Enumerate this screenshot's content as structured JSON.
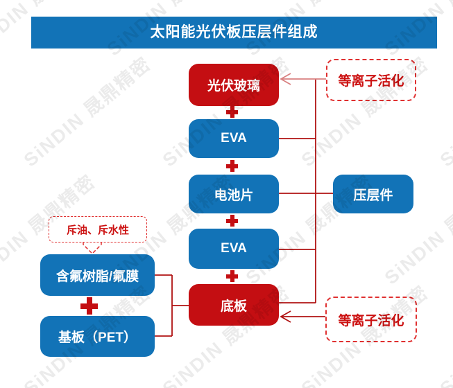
{
  "title": "太阳能光伏板压层件组成",
  "colors": {
    "primary_blue": "#1273b7",
    "accent_red": "#c40e12",
    "line_red": "#b01212",
    "arrow_light_red": "#d98080",
    "dashed_red": "#e03030",
    "callout_text": "#cc1111",
    "watermark_color": "rgba(0,0,0,0.08)"
  },
  "layers": [
    {
      "label": "光伏玻璃",
      "color": "red"
    },
    {
      "label": "EVA",
      "color": "blue"
    },
    {
      "label": "电池片",
      "color": "blue"
    },
    {
      "label": "EVA",
      "color": "blue"
    },
    {
      "label": "底板",
      "color": "red"
    }
  ],
  "left_group": {
    "note": "斥油、斥水性",
    "fluoro_layer": {
      "label": "含氟树脂/氟膜",
      "color": "blue"
    },
    "substrate_layer": {
      "label": "基板（PET）",
      "color": "blue"
    }
  },
  "right_group": {
    "plasma_top": "等离子活化",
    "laminate": {
      "label": "压层件",
      "color": "blue"
    },
    "plasma_bottom": "等离子活化"
  },
  "plus_symbol": "+",
  "watermark": "SiNDIN 晟鼎精密"
}
